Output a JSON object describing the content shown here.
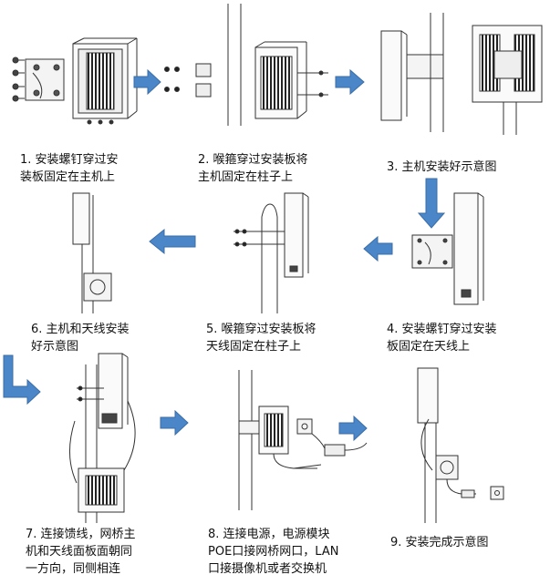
{
  "steps": [
    {
      "number": "1",
      "text": "1. 安装螺钉穿过安装板固定在主机上",
      "lines": [
        "1. 安装螺钉穿过安",
        "装板固定在主机上"
      ]
    },
    {
      "number": "2",
      "text": "2. 喉箍穿过安装板将主机固定在柱子上",
      "lines": [
        "2. 喉箍穿过安装板将",
        "主机固定在柱子上"
      ]
    },
    {
      "number": "3",
      "text": "3. 主机安装好示意图",
      "lines": [
        "3. 主机安装好示意图"
      ]
    },
    {
      "number": "4",
      "text": "4. 安装螺钉穿过安装板固定在天线上",
      "lines": [
        "4. 安装螺钉穿过安装",
        "板固定在天线上"
      ]
    },
    {
      "number": "5",
      "text": "5. 喉箍穿过安装板将天线固定在柱子上",
      "lines": [
        "5. 喉箍穿过安装板将",
        "天线固定在柱子上"
      ]
    },
    {
      "number": "6",
      "text": "6. 主机和天线安装好示意图",
      "lines": [
        "6. 主机和天线安装",
        "好示意图"
      ]
    },
    {
      "number": "7",
      "text": "7. 连接馈线，网桥主机和天线面板面朝同一方向，同侧相连",
      "lines": [
        "7. 连接馈线，网桥主",
        "机和天线面板面朝同",
        "一方向，同侧相连"
      ]
    },
    {
      "number": "8",
      "text": "8. 连接电源，电源模块POE口接网桥网口，LAN口接摄像机或者交换机",
      "lines": [
        "8. 连接电源，电源模块",
        "POE口接网桥网口，LAN",
        "口接摄像机或者交换机"
      ]
    },
    {
      "number": "9",
      "text": "9. 安装完成示意图",
      "lines": [
        "9. 安装完成示意图"
      ]
    }
  ],
  "colors": {
    "arrow": "#4a86c8",
    "arrow_edge": "#3a6ea8",
    "line": "#333333",
    "background": "#ffffff"
  }
}
